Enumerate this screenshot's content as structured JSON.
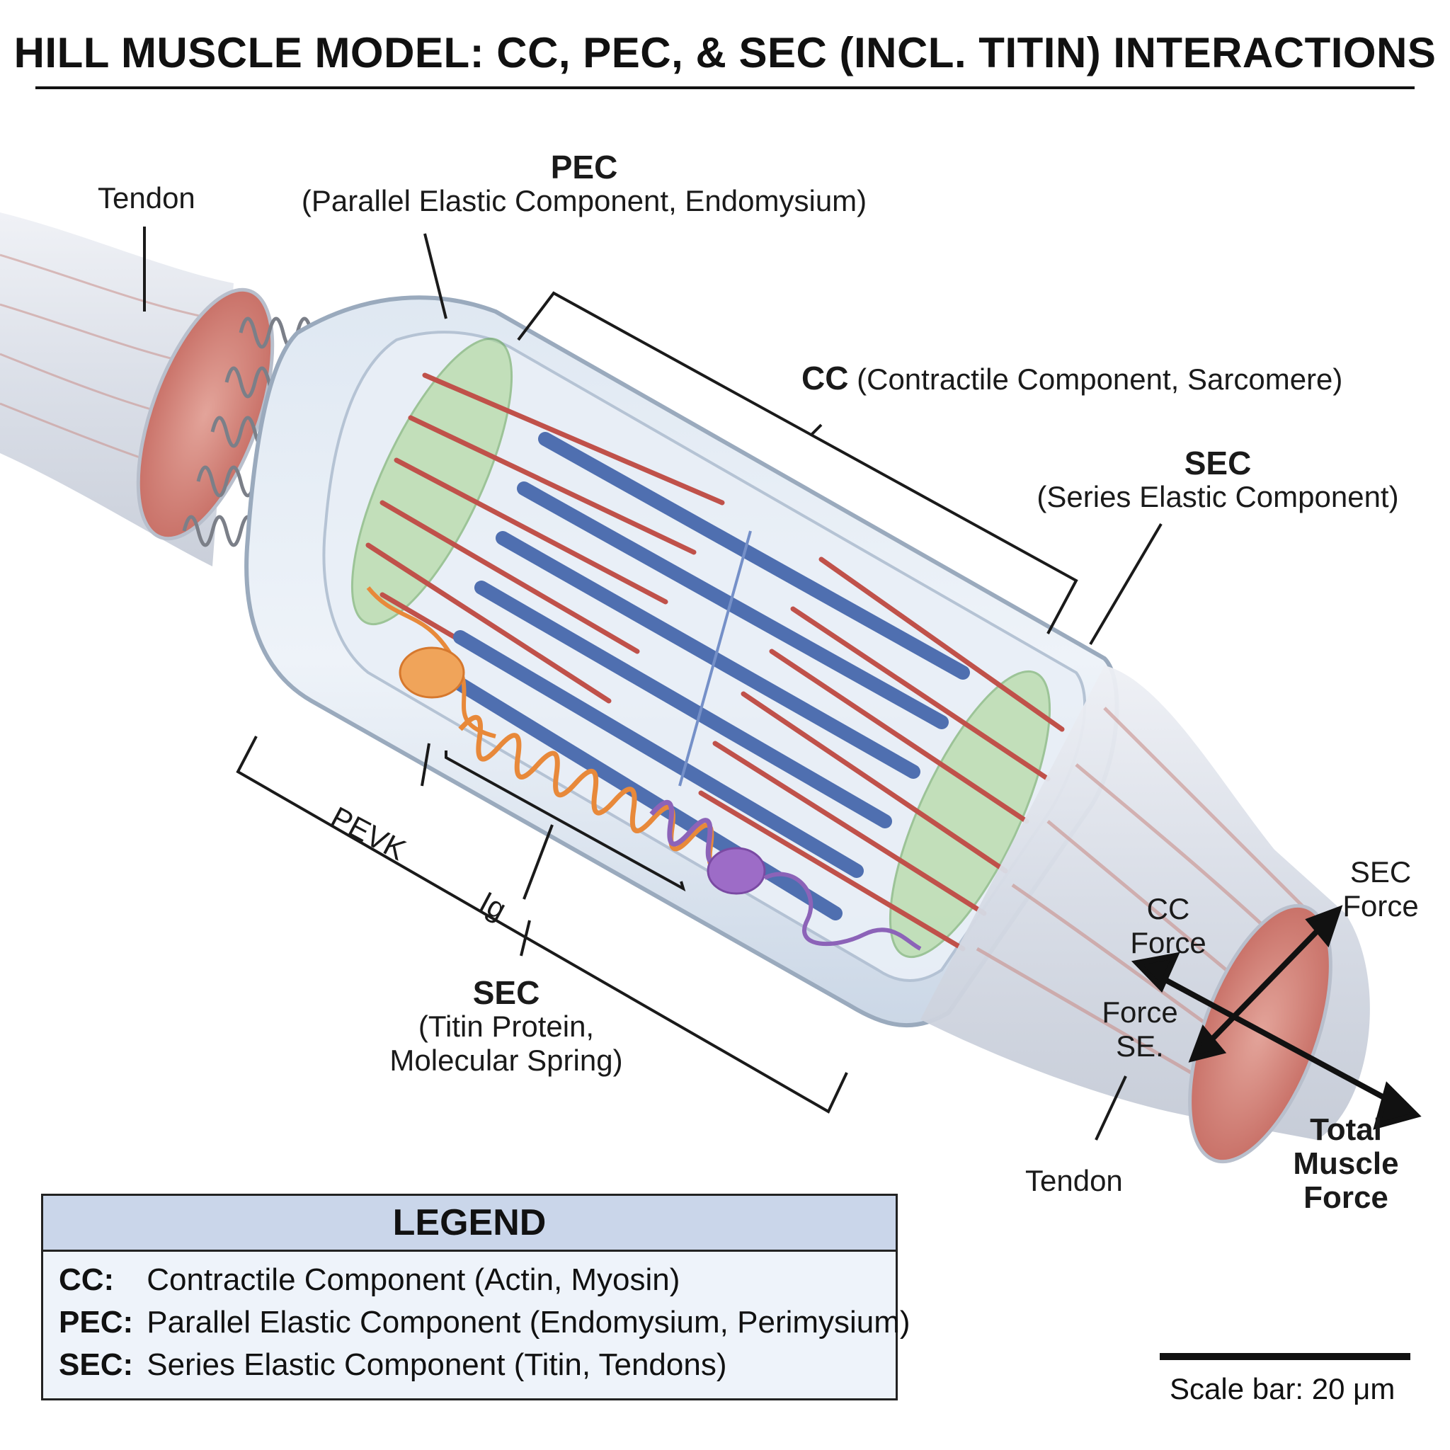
{
  "title": "HILL MUSCLE MODEL: CC, PEC, & SEC (INCL. TITIN) INTERACTIONS",
  "labels": {
    "tendon_left": "Tendon",
    "pec_abbr": "PEC",
    "pec_desc": "(Parallel Elastic Component, Endomysium)",
    "cc_abbr": "CC",
    "cc_desc": "(Contractile Component, Sarcomere)",
    "sec_top_abbr": "SEC",
    "sec_top_desc": "(Series Elastic Component)",
    "pevk": "PEVK",
    "ig": "Ig",
    "sec_titin_abbr": "SEC",
    "sec_titin_line1": "(Titin Protein,",
    "sec_titin_line2": "Molecular Spring)",
    "sec_force_line1": "SEC",
    "sec_force_line2": "Force",
    "cc_force_line1": "CC",
    "cc_force_line2": "Force",
    "force_se_line1": "Force",
    "force_se_line2": "SE.",
    "total_line1": "Total",
    "total_line2": "Muscle",
    "total_line3": "Force",
    "tendon_right": "Tendon"
  },
  "legend": {
    "heading": "LEGEND",
    "rows": [
      {
        "key": "CC:",
        "text": "Contractile Component (Actin, Myosin)"
      },
      {
        "key": "PEC:",
        "text": "Parallel Elastic Component (Endomysium, Perimysium)"
      },
      {
        "key": "SEC:",
        "text": "Series Elastic Component (Titin, Tendons)"
      }
    ]
  },
  "scale_bar": "Scale bar: 20 μm",
  "colors": {
    "actin": "#c0514a",
    "myosin": "#4f6fb0",
    "z_disc": "#8fc97a",
    "titin_pevk": "#e8893a",
    "titin_ig": "#8c63b8",
    "endomysium": "#d6e2ef",
    "tendon": "#d9dde6"
  }
}
